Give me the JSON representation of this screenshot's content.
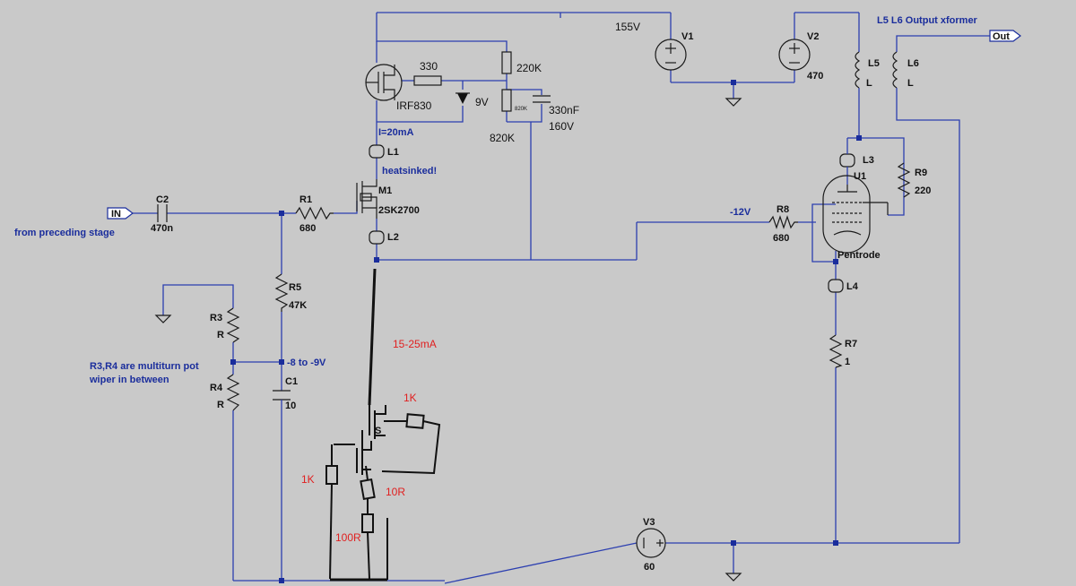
{
  "labels": {
    "v155": "155V",
    "v1": "V1",
    "v2": "V2",
    "v2_val": "470",
    "xformer": "L5 L6 Output xformer",
    "out": "Out",
    "l5": "L5",
    "l5_val": "L",
    "l6": "L6",
    "l6_val": "L",
    "r330": "330",
    "irf830": "IRF830",
    "zener": "9V",
    "r220k": "220K",
    "r820k_small": "820K",
    "c330nf": "330nF",
    "c160v": "160V",
    "r820k": "820K",
    "i20ma": "I=20mA",
    "l1": "L1",
    "heatsinked": "heatsinked!",
    "m1": "M1",
    "sk2700": "2SK2700",
    "l2": "L2",
    "in": "IN",
    "c2": "C2",
    "c2_val": "470n",
    "from_stage": "from preceding stage",
    "r1": "R1",
    "r1_val": "680",
    "l3": "L3",
    "u1": "U1",
    "r9": "R9",
    "r9_val": "220",
    "m12v": "-12V",
    "r8": "R8",
    "r8_val": "680",
    "pentrode": "Pentrode",
    "l4": "L4",
    "r5": "R5",
    "r5_val": "47K",
    "r3": "R3",
    "r3_val": "R",
    "r4": "R4",
    "r4_val": "R",
    "multiturn1": "R3,R4 are multiturn pot",
    "multiturn2": "wiper in between",
    "bias": "-8 to -9V",
    "c1": "C1",
    "c1_val": "10",
    "ma15_25": "15-25mA",
    "r7": "R7",
    "r7_val": "1",
    "r1k_a": "1K",
    "r1k_b": "1K",
    "r10r": "10R",
    "r100r": "100R",
    "v3": "V3",
    "v3_val": "60"
  },
  "colors": {
    "background": "#c9c9c9",
    "wire": "#2c3fb0",
    "label_blue": "#1a2d9c",
    "annotation_red": "#e02020"
  }
}
